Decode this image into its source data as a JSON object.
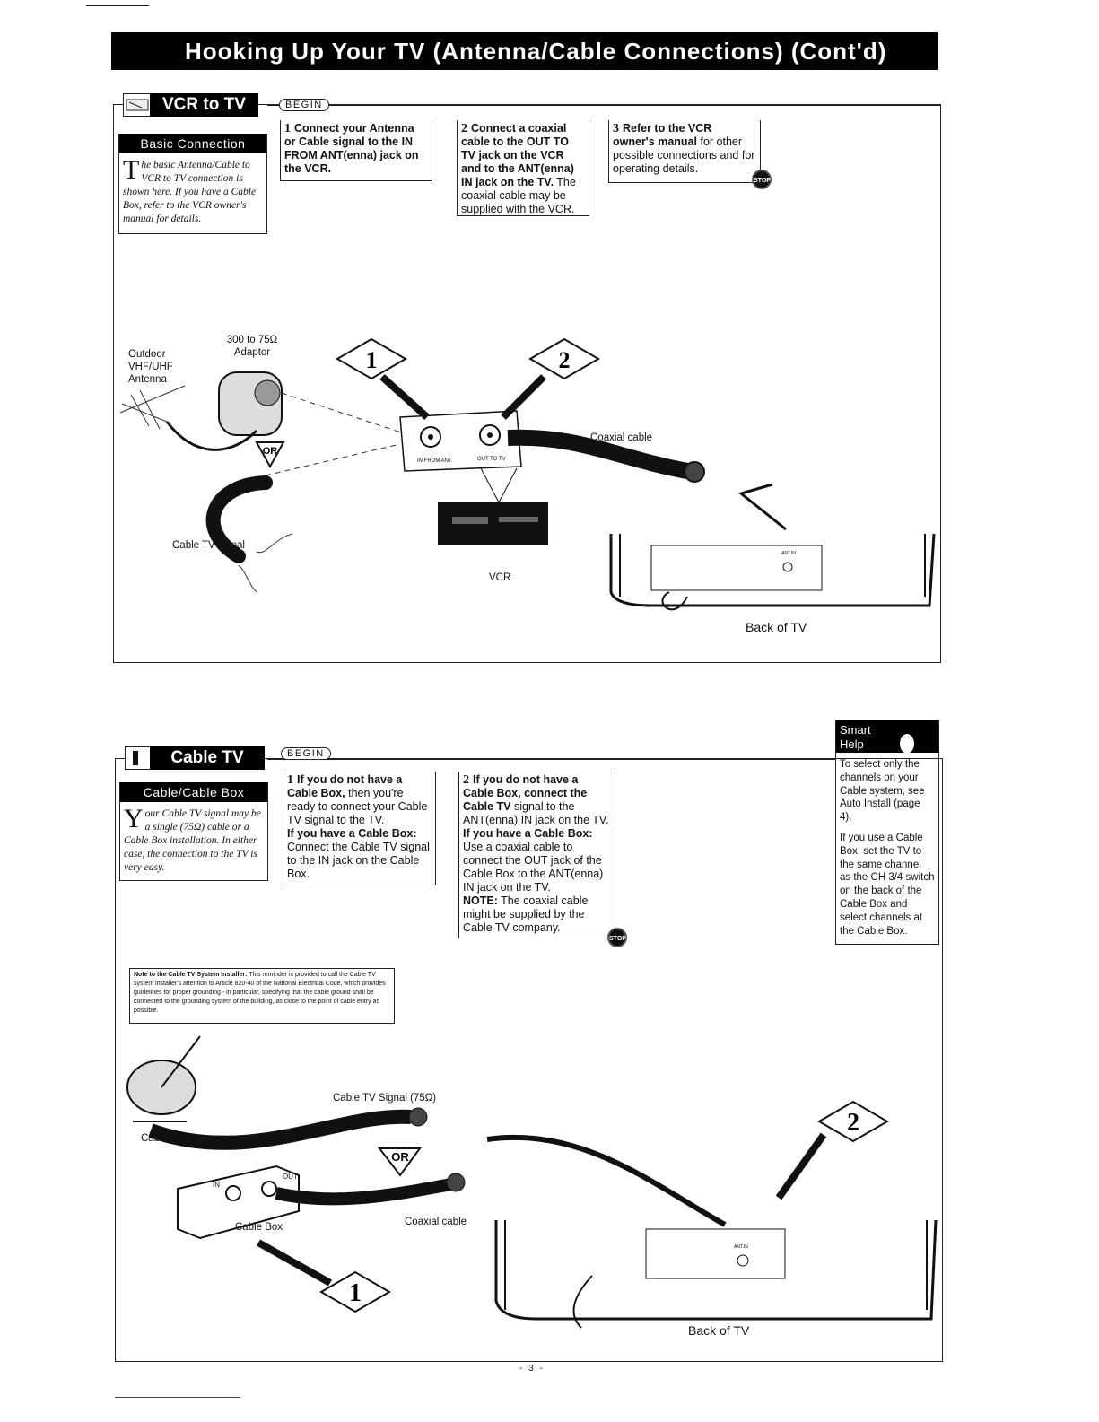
{
  "header": {
    "title": "Hooking Up Your TV (Antenna/Cable Connections) (Cont'd)"
  },
  "vcr_section": {
    "label": "VCR to TV",
    "begin": "BEGIN",
    "info_title": "Basic Connection",
    "info_dropcap": "T",
    "info_text": "he basic Antenna/Cable to VCR to TV connection is shown here. If you have a Cable Box, refer to the VCR owner's manual for details.",
    "step1": {
      "num": "1",
      "bold": "Connect your Antenna or Cable signal to the IN FROM ANT(enna) jack on the VCR."
    },
    "step2": {
      "num": "2",
      "bold": "Connect a coaxial cable to the OUT TO TV jack on the VCR and to the ANT(enna) IN jack on the TV.",
      "text": "The coaxial cable may be supplied with the VCR."
    },
    "step3": {
      "num": "3",
      "bold": "Refer to the VCR owner's manual",
      "text": "for other possible connections and for operating details."
    },
    "stop": "STOP",
    "diagram": {
      "adaptor": "300 to 75Ω Adaptor",
      "antenna": "Outdoor VHF/UHF Antenna",
      "or": "OR",
      "cable_signal": "Cable TV signal",
      "jack_in": "IN FROM ANT.",
      "jack_out": "OUT TO TV",
      "coax": "Coaxial cable",
      "vcr": "VCR",
      "back_tv": "Back of TV",
      "ant_in": "ANT.IN",
      "callout1": "1",
      "callout2": "2"
    }
  },
  "cable_section": {
    "label": "Cable TV",
    "begin": "BEGIN",
    "info_title": "Cable/Cable Box",
    "info_dropcap": "Y",
    "info_text": "our Cable TV signal may be a single (75Ω) cable or a Cable Box installation. In either case, the connection to the TV is very easy.",
    "step1": {
      "num": "1",
      "bold1": "If you do not have a Cable Box,",
      "text1": "then you're ready to connect your Cable TV signal to the TV.",
      "bold2": "If you have a Cable Box:",
      "text2": "Connect the Cable TV signal to the IN jack on the Cable Box."
    },
    "step2": {
      "num": "2",
      "bold1": "If you do not have a Cable Box, connect the Cable TV",
      "text1": "signal to the ANT(enna) IN jack on the TV.",
      "bold2": "If you have a Cable Box:",
      "text2": "Use a coaxial cable to connect the OUT jack of the Cable Box to the ANT(enna) IN jack on the TV.",
      "note_bold": "NOTE:",
      "note_text": "The coaxial cable might be supplied by the Cable TV company."
    },
    "stop": "STOP",
    "smart_help": {
      "title1": "Smart",
      "title2": "Help",
      "p1": "To select only the channels on your Cable system, see Auto Install (page 4).",
      "p2": "If you use a Cable Box, set the TV to the same channel as the CH 3/4 switch on the back of the Cable Box and select channels at the Cable Box."
    },
    "installer_note": {
      "bold": "Note to the Cable TV System Installer:",
      "text": "This reminder is provided to call the Cable TV system installer's attention to Article 820-40 of the National Electrical Code, which provides guidelines for proper grounding - in particular, specifying that the cable ground shall be connected to the grounding system of the building, as close to the point of cable entry as possible."
    },
    "diagram": {
      "signal": "Cable TV Signal (75Ω)",
      "company": "Cable TV Company",
      "or": "OR",
      "box": "Cable Box",
      "box_in": "IN",
      "box_out": "OUT",
      "coax": "Coaxial cable",
      "back_tv": "Back of TV",
      "ant_in": "ANT.IN",
      "callout1": "1",
      "callout2": "2"
    }
  },
  "footer": {
    "page": "- 3 -"
  }
}
